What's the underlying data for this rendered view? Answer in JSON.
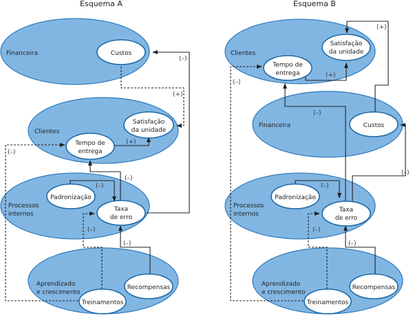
{
  "schemes": {
    "a": {
      "title": "Esquema A",
      "perspectives": {
        "financeira": "Financeira",
        "clientes": "Clientes",
        "processos_1": "Processos",
        "processos_2": "internos",
        "aprendizado_1": "Aprendizado",
        "aprendizado_2": "e crescimento"
      },
      "nodes": {
        "custos": "Custos",
        "satisfacao_1": "Satisfação",
        "satisfacao_2": "da unidade",
        "tempo_1": "Tempo de",
        "tempo_2": "entrega",
        "padronizacao": "Padronização",
        "taxa_1": "Taxa",
        "taxa_2": "de erro",
        "recompensas": "Recompensas",
        "treinamentos": "Treinamentos"
      },
      "links": [
        {
          "from": "Taxa de erro",
          "to": "Custos",
          "sign": "(–)",
          "style": "solid"
        },
        {
          "from": "Custos",
          "to": "Satisfação da unidade",
          "sign": "(+)",
          "style": "dashed"
        },
        {
          "from": "Tempo de entrega",
          "to": "Satisfação da unidade",
          "sign": "(+)",
          "style": "solid"
        },
        {
          "from": "Treinamentos",
          "to": "Tempo de entrega",
          "sign": "(–)",
          "style": "dashed"
        },
        {
          "from": "Taxa de erro",
          "to": "Tempo de entrega",
          "sign": "(–)",
          "style": "solid"
        },
        {
          "from": "Padronização",
          "to": "Taxa de erro",
          "sign": "(–)",
          "style": "solid"
        },
        {
          "from": "Treinamentos",
          "to": "Taxa de erro",
          "sign": "(–)",
          "style": "dashed"
        },
        {
          "from": "Recompensas",
          "to": "Taxa de erro",
          "sign": "(–)",
          "style": "solid"
        }
      ]
    },
    "b": {
      "title": "Esquema B",
      "perspectives": {
        "clientes": "Clientes",
        "financeira": "Financeira",
        "processos_1": "Processos",
        "processos_2": "internos",
        "aprendizado_1": "Aprendizado",
        "aprendizado_2": "e crescimento"
      },
      "nodes": {
        "satisfacao_1": "Satisfação",
        "satisfacao_2": "da unidade",
        "tempo_1": "Tempo de",
        "tempo_2": "entrega",
        "custos": "Custos",
        "padronizacao": "Padronização",
        "taxa_1": "Taxa",
        "taxa_2": "de erro",
        "recompensas": "Recompensas",
        "treinamentos": "Treinamentos"
      },
      "links": [
        {
          "from": "Custos",
          "to": "Satisfação da unidade",
          "sign": "(+)",
          "style": "solid"
        },
        {
          "from": "Tempo de entrega",
          "to": "Satisfação da unidade",
          "sign": "(+)",
          "style": "solid"
        },
        {
          "from": "Treinamentos",
          "to": "Tempo de entrega",
          "sign": "(–)",
          "style": "dashed"
        },
        {
          "from": "Taxa de erro",
          "to": "Tempo de entrega",
          "sign": "(–)",
          "style": "solid"
        },
        {
          "from": "Taxa de erro",
          "to": "Custos",
          "sign": "(–)",
          "style": "solid"
        },
        {
          "from": "Padronização",
          "to": "Taxa de erro",
          "sign": "(–)",
          "style": "solid"
        },
        {
          "from": "Treinamentos",
          "to": "Taxa de erro",
          "sign": "(–)",
          "style": "dashed"
        },
        {
          "from": "Recompensas",
          "to": "Taxa de erro",
          "sign": "(–)",
          "style": "solid"
        }
      ]
    }
  },
  "signs": {
    "minus": "(–)",
    "plus": "(+)"
  }
}
